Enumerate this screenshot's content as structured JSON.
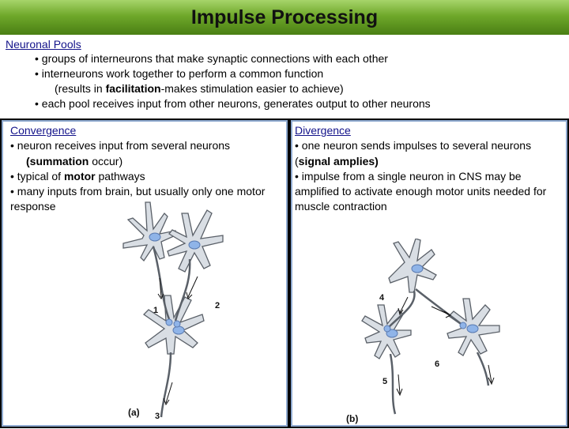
{
  "title": "Impulse Processing",
  "neuronal_pools": {
    "heading": "Neuronal Pools",
    "items": [
      "• groups of interneurons that make synaptic connections with each other",
      "• interneurons work together to perform a common function",
      "(results in ",
      "facilitation",
      "-makes stimulation easier to achieve)",
      "• each pool receives input from other neurons, generates output to other neurons"
    ]
  },
  "convergence": {
    "heading": "Convergence",
    "b1": "• neuron receives input from several neurons",
    "b1_cont_bold": "(summation",
    "b1_cont": " occur)",
    "b2_pre": "• typical of ",
    "b2_bold": "motor",
    "b2_post": " pathways",
    "b3": "• many inputs from brain, but usually only one motor response",
    "figure_labels": [
      "1",
      "2",
      "3"
    ],
    "caption": "(a)"
  },
  "divergence": {
    "heading": "Divergence",
    "b1_pre": "• one neuron sends impulses to several neurons  (",
    "b1_bold": "signal amplies)",
    "b2": "• impulse from a single neuron in CNS may be amplified to activate enough motor units needed for muscle contraction",
    "figure_labels": [
      "4",
      "5",
      "6"
    ],
    "caption": "(b)"
  },
  "colors": {
    "title_bar": "#6fa82a",
    "heading_text": "#13138a",
    "panel_border": "#8faad0",
    "neuron_fill": "#d9dee4",
    "nucleus_fill": "#8fb4e8"
  }
}
